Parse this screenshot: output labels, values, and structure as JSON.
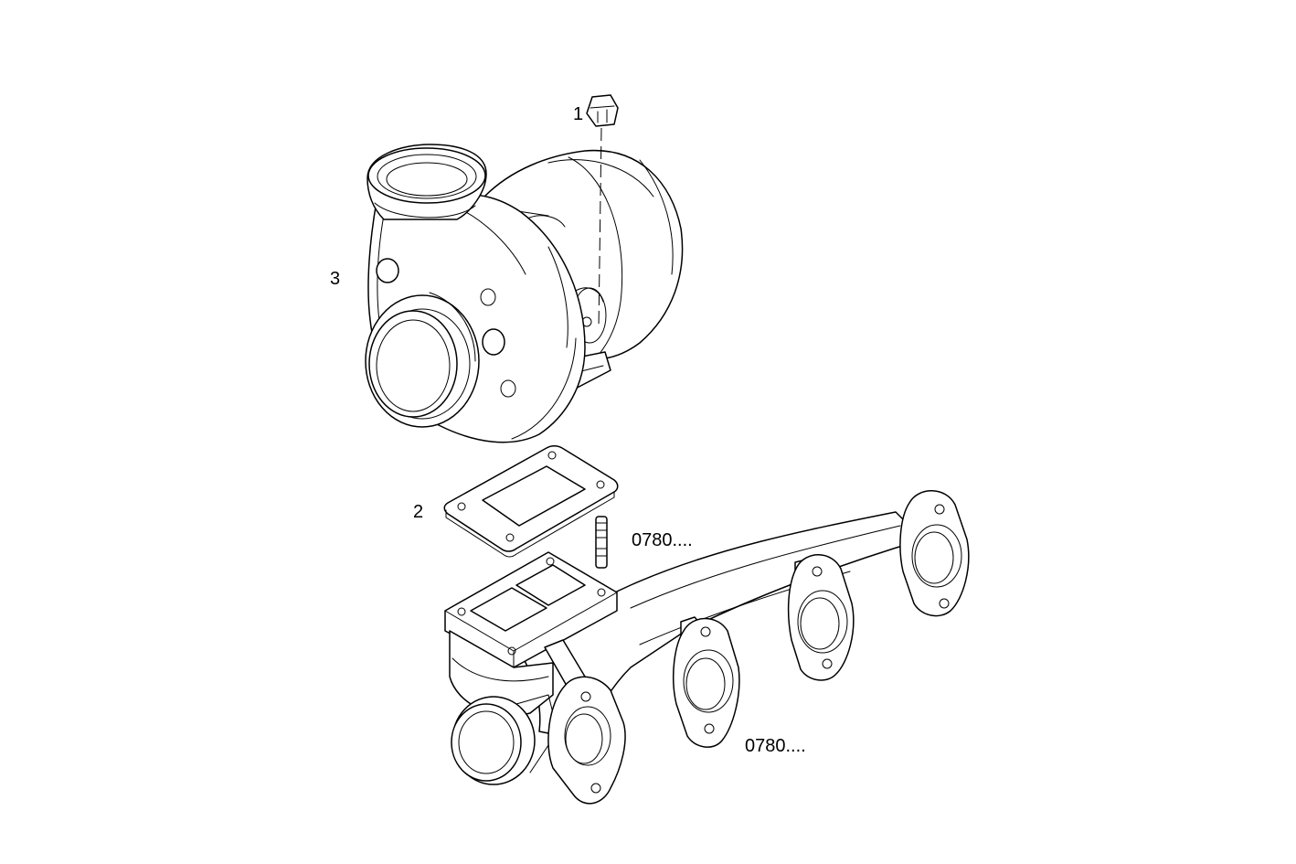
{
  "labels": {
    "nut": "1",
    "gasket": "2",
    "turbocharger": "3",
    "stud": "0780....",
    "manifold": "0780...."
  }
}
